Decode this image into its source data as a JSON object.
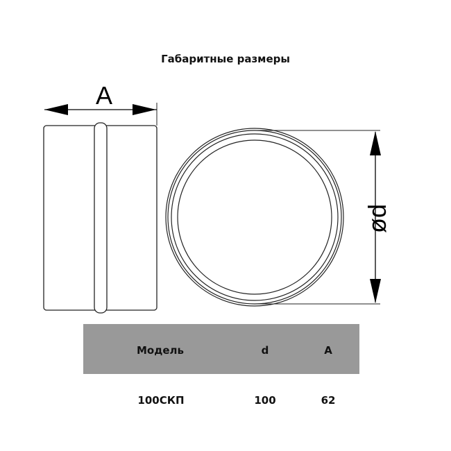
{
  "title": "Габаритные размеры",
  "diagram": {
    "dimension_width_label": "A",
    "dimension_diameter_label": "ød"
  },
  "table": {
    "headers": [
      "Модель",
      "d",
      "A"
    ],
    "rows": [
      [
        "100СКП",
        "100",
        "62"
      ]
    ]
  }
}
